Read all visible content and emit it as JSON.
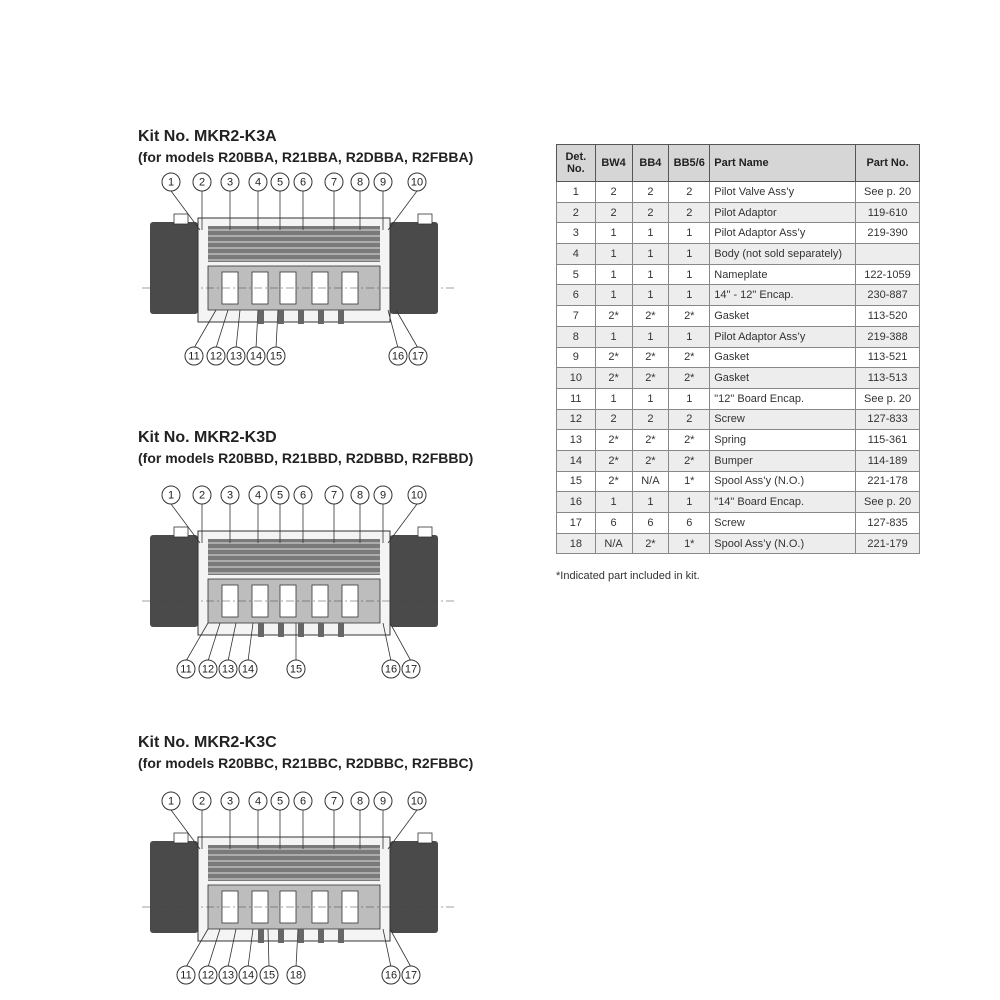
{
  "kits": [
    {
      "title": "Kit No. MKR2-K3A",
      "models": "(for models R20BBA, R21BBA, R2DBBA, R2FBBA)",
      "top_callouts": [
        "1",
        "2",
        "3",
        "4",
        "5",
        "6",
        "7",
        "8",
        "9",
        "10"
      ],
      "bottom_callouts": [
        "11",
        "12",
        "13",
        "14",
        "15",
        "16",
        "17"
      ]
    },
    {
      "title": "Kit No. MKR2-K3D",
      "models": "(for models R20BBD, R21BBD, R2DBBD, R2FBBD)",
      "top_callouts": [
        "1",
        "2",
        "3",
        "4",
        "5",
        "6",
        "7",
        "8",
        "9",
        "10"
      ],
      "bottom_callouts": [
        "11",
        "12",
        "13",
        "14",
        "15",
        "16",
        "17"
      ]
    },
    {
      "title": "Kit No. MKR2-K3C",
      "models": "(for models R20BBC, R21BBC, R2DBBC, R2FBBC)",
      "top_callouts": [
        "1",
        "2",
        "3",
        "4",
        "5",
        "6",
        "7",
        "8",
        "9",
        "10"
      ],
      "bottom_callouts": [
        "11",
        "12",
        "13",
        "14",
        "15",
        "18",
        "16",
        "17"
      ]
    }
  ],
  "table": {
    "headers": [
      "Det. No.",
      "BW4",
      "BB4",
      "BB5/6",
      "Part Name",
      "Part No."
    ],
    "rows": [
      [
        "1",
        "2",
        "2",
        "2",
        "Pilot Valve Ass’y",
        "See p. 20"
      ],
      [
        "2",
        "2",
        "2",
        "2",
        "Pilot Adaptor",
        "119-610"
      ],
      [
        "3",
        "1",
        "1",
        "1",
        "Pilot Adaptor Ass’y",
        "219-390"
      ],
      [
        "4",
        "1",
        "1",
        "1",
        "Body (not sold separately)",
        ""
      ],
      [
        "5",
        "1",
        "1",
        "1",
        "Nameplate",
        "122-1059"
      ],
      [
        "6",
        "1",
        "1",
        "1",
        "14\" - 12\" Encap.",
        "230-887"
      ],
      [
        "7",
        "2*",
        "2*",
        "2*",
        "Gasket",
        "113-520"
      ],
      [
        "8",
        "1",
        "1",
        "1",
        "Pilot Adaptor Ass’y",
        "219-388"
      ],
      [
        "9",
        "2*",
        "2*",
        "2*",
        "Gasket",
        "113-521"
      ],
      [
        "10",
        "2*",
        "2*",
        "2*",
        "Gasket",
        "113-513"
      ],
      [
        "11",
        "1",
        "1",
        "1",
        "\"12\" Board Encap.",
        "See p. 20"
      ],
      [
        "12",
        "2",
        "2",
        "2",
        "Screw",
        "127-833"
      ],
      [
        "13",
        "2*",
        "2*",
        "2*",
        "Spring",
        "115-361"
      ],
      [
        "14",
        "2*",
        "2*",
        "2*",
        "Bumper",
        "114-189"
      ],
      [
        "15",
        "2*",
        "N/A",
        "1*",
        "Spool Ass’y (N.O.)",
        "221-178"
      ],
      [
        "16",
        "1",
        "1",
        "1",
        "\"14\" Board Encap.",
        "See p. 20"
      ],
      [
        "17",
        "6",
        "6",
        "6",
        "Screw",
        "127-835"
      ],
      [
        "18",
        "N/A",
        "2*",
        "1*",
        "Spool Ass’y (N.O.)",
        "221-179"
      ]
    ]
  },
  "footnote": "*Indicated part included in kit.",
  "colors": {
    "dark_housing": "#4a4a4a",
    "header_bg": "#d6d6d6",
    "alt_row": "#ededed"
  }
}
